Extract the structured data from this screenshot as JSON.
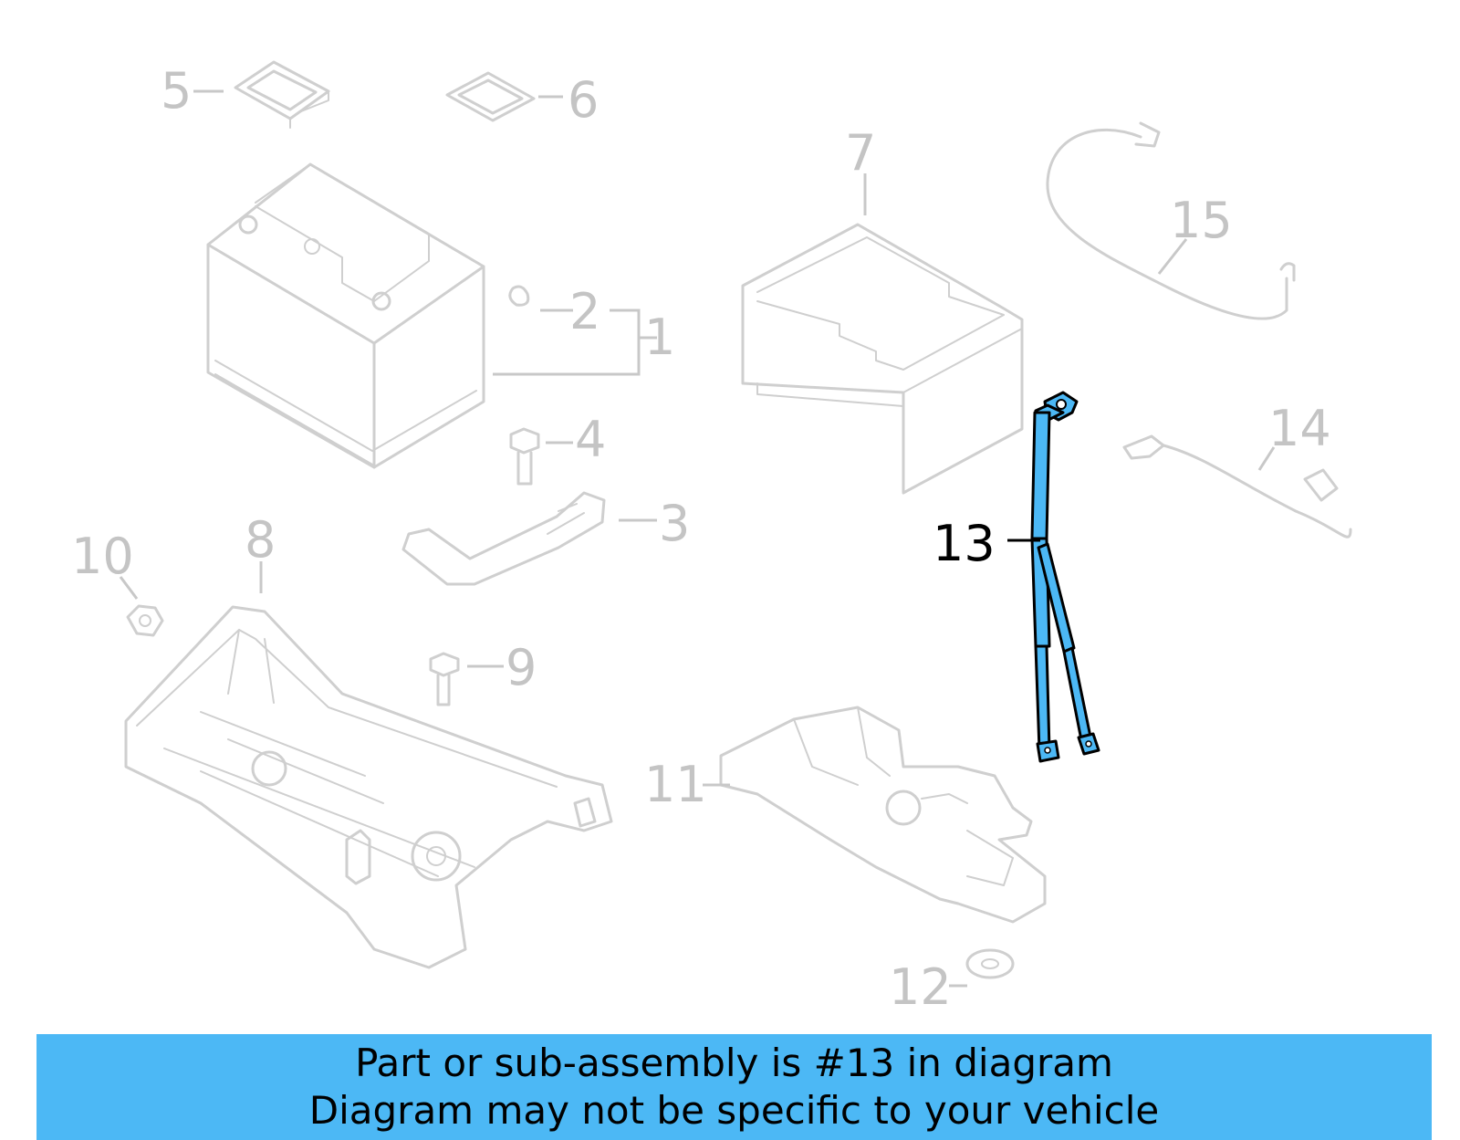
{
  "diagram": {
    "highlight_color": "#4cb8f5",
    "callouts": [
      {
        "id": "1",
        "label": "1"
      },
      {
        "id": "2",
        "label": "2"
      },
      {
        "id": "3",
        "label": "3"
      },
      {
        "id": "4",
        "label": "4"
      },
      {
        "id": "5",
        "label": "5"
      },
      {
        "id": "6",
        "label": "6"
      },
      {
        "id": "7",
        "label": "7"
      },
      {
        "id": "8",
        "label": "8"
      },
      {
        "id": "9",
        "label": "9"
      },
      {
        "id": "10",
        "label": "10"
      },
      {
        "id": "11",
        "label": "11"
      },
      {
        "id": "12",
        "label": "12"
      },
      {
        "id": "13",
        "label": "13",
        "highlighted": true
      },
      {
        "id": "14",
        "label": "14"
      },
      {
        "id": "15",
        "label": "15"
      }
    ]
  },
  "banner": {
    "line1": "Part or sub-assembly is #13 in diagram",
    "line2": "Diagram may not be specific to your vehicle",
    "background": "#4cb8f5"
  }
}
